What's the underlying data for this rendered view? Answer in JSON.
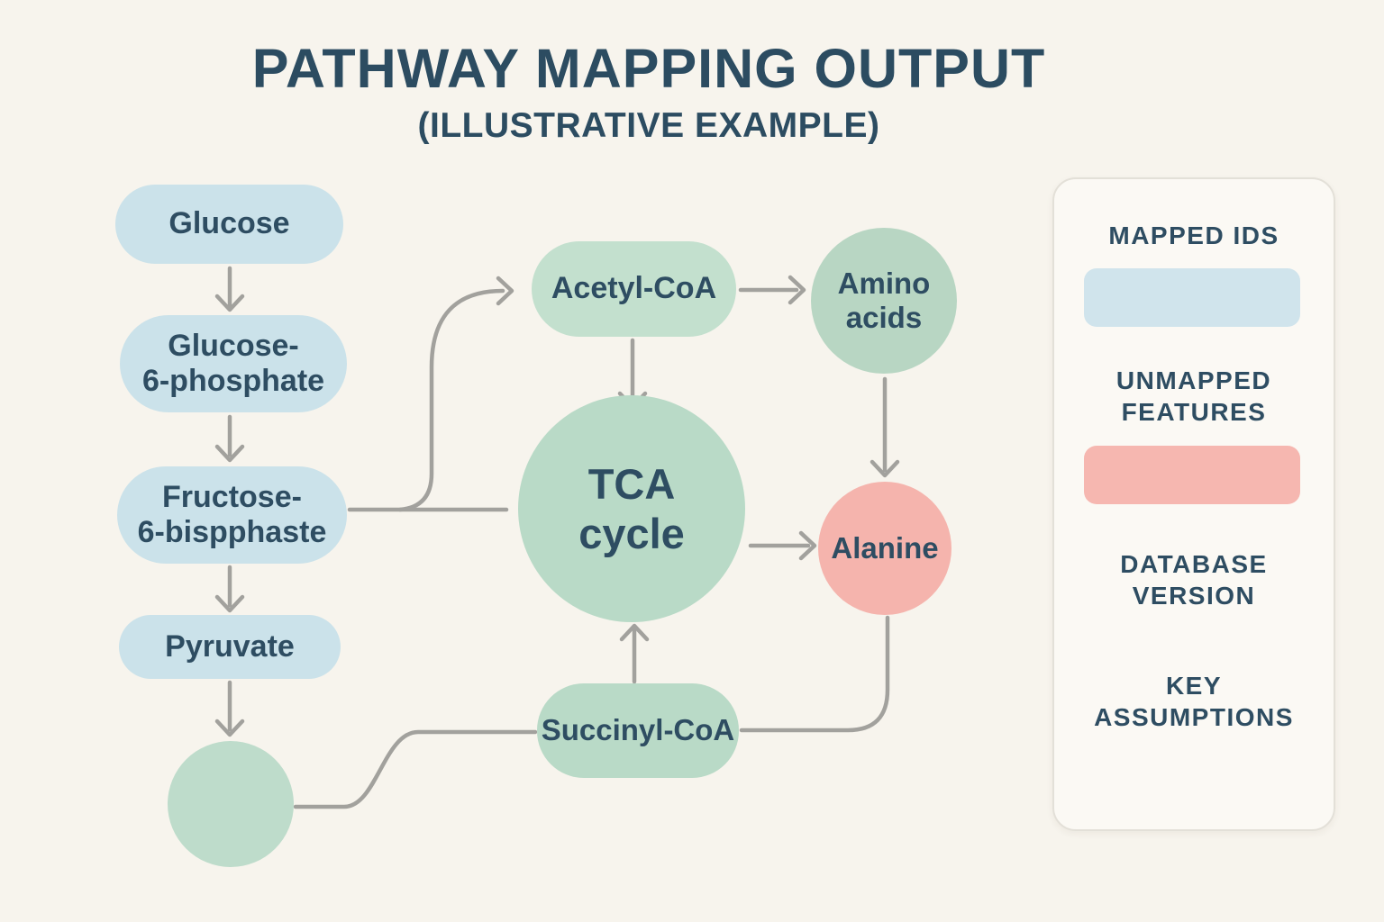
{
  "header": {
    "title": "PATHWAY MAPPING OUTPUT",
    "subtitle": "(ILLUSTRATIVE EXAMPLE)"
  },
  "nodes": {
    "glucose": {
      "label": "Glucose",
      "type": "mapped-id"
    },
    "glucose6p": {
      "line1": "Glucose-",
      "line2": "6-phosphate",
      "type": "mapped-id"
    },
    "fructose6b": {
      "line1": "Fructose-",
      "line2": "6-bispphaste",
      "type": "mapped-id"
    },
    "pyruvate": {
      "label": "Pyruvate",
      "type": "mapped-id"
    },
    "unlabeled": {
      "label": "",
      "type": "pathway-metabolite"
    },
    "acetylcoa": {
      "label": "Acetyl-CoA",
      "type": "pathway-metabolite"
    },
    "tca": {
      "line1": "TCA",
      "line2": "cycle",
      "type": "pathway-cycle"
    },
    "amino": {
      "line1": "Amino",
      "line2": "acids",
      "type": "pathway-metabolite"
    },
    "alanine": {
      "label": "Alanine",
      "type": "unmapped-feature"
    },
    "succinylcoa": {
      "label": "Succinyl-CoA",
      "type": "pathway-metabolite"
    }
  },
  "edges": [
    {
      "from": "Glucose",
      "to": "Glucose-6-phosphate",
      "arrowhead": true
    },
    {
      "from": "Glucose-6-phosphate",
      "to": "Fructose-6-bispphaste",
      "arrowhead": true
    },
    {
      "from": "Fructose-6-bispphaste",
      "to": "Pyruvate",
      "arrowhead": true
    },
    {
      "from": "Pyruvate",
      "to": "unlabeled-circle",
      "arrowhead": true
    },
    {
      "from": "Fructose-6-bispphaste",
      "to": "TCA cycle",
      "arrowhead": false
    },
    {
      "from": "Fructose-6-bispphaste",
      "to": "Acetyl-CoA",
      "arrowhead": true
    },
    {
      "from": "Acetyl-CoA",
      "to": "TCA cycle",
      "arrowhead": true
    },
    {
      "from": "Acetyl-CoA",
      "to": "Amino acids",
      "arrowhead": true
    },
    {
      "from": "TCA cycle",
      "to": "Alanine",
      "arrowhead": true
    },
    {
      "from": "Amino acids",
      "to": "Alanine",
      "arrowhead": true
    },
    {
      "from": "Succinyl-CoA",
      "to": "TCA cycle",
      "arrowhead": true
    },
    {
      "from": "unlabeled-circle",
      "to": "Succinyl-CoA",
      "arrowhead": false
    },
    {
      "from": "Alanine",
      "to": "Succinyl-CoA",
      "arrowhead": false
    }
  ],
  "legend": {
    "mapped": {
      "label": "MAPPED IDS",
      "swatch_color": "#d0e4ec"
    },
    "unmapped": {
      "line1": "UNMAPPED",
      "line2": "FEATURES",
      "swatch_color": "#f6b7b0"
    },
    "database": {
      "line1": "DATABASE",
      "line2": "VERSION"
    },
    "assumptions": {
      "line1": "KEY",
      "line2": "ASSUMPTIONS"
    }
  },
  "colors": {
    "background": "#f7f4ed",
    "mapped_blue": "#cbe2ea",
    "pathway_green": "#b9dac7",
    "unmapped_pink": "#f5b4ad",
    "arrow_gray": "#a2a19d",
    "text_dark": "#2e4d62"
  }
}
